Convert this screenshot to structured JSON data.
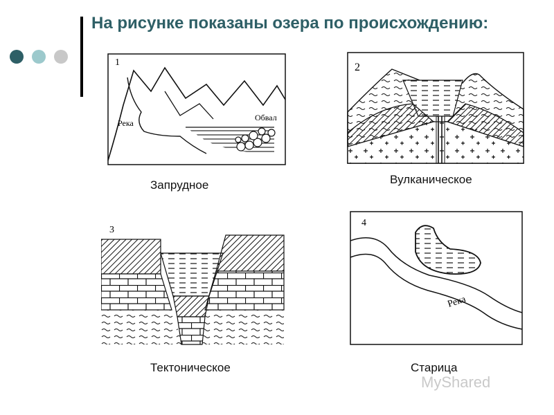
{
  "title": "На рисунке показаны озера по происхождению:",
  "accent_color": "#2e5f66",
  "dot_colors": [
    "#2e5f66",
    "#9cc9cc",
    "#c8c8c8"
  ],
  "panels": [
    {
      "number": "1",
      "caption": "Запрудное",
      "labels": [
        "Река",
        "Обвал"
      ]
    },
    {
      "number": "2",
      "caption": "Вулканическое"
    },
    {
      "number": "3",
      "caption": "Тектоническое"
    },
    {
      "number": "4",
      "caption": "Старица",
      "labels": [
        "Река"
      ]
    }
  ],
  "watermark": "MyShared"
}
